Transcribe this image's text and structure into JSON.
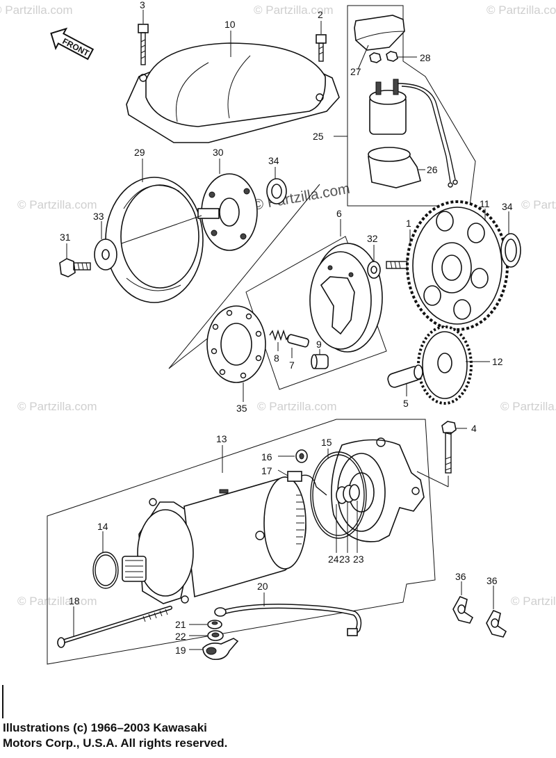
{
  "diagram": {
    "watermark_text": "© Partzilla.com",
    "front_label": "FRONT",
    "callouts": [
      {
        "id": "c1",
        "label": "1"
      },
      {
        "id": "c2",
        "label": "2"
      },
      {
        "id": "c3",
        "label": "3"
      },
      {
        "id": "c4",
        "label": "4"
      },
      {
        "id": "c5",
        "label": "5"
      },
      {
        "id": "c6",
        "label": "6"
      },
      {
        "id": "c7",
        "label": "7"
      },
      {
        "id": "c8",
        "label": "8"
      },
      {
        "id": "c9",
        "label": "9"
      },
      {
        "id": "c10",
        "label": "10"
      },
      {
        "id": "c11",
        "label": "11"
      },
      {
        "id": "c12",
        "label": "12"
      },
      {
        "id": "c13",
        "label": "13"
      },
      {
        "id": "c14",
        "label": "14"
      },
      {
        "id": "c15",
        "label": "15"
      },
      {
        "id": "c16",
        "label": "16"
      },
      {
        "id": "c17",
        "label": "17"
      },
      {
        "id": "c18",
        "label": "18"
      },
      {
        "id": "c19",
        "label": "19"
      },
      {
        "id": "c20",
        "label": "20"
      },
      {
        "id": "c21",
        "label": "21"
      },
      {
        "id": "c22",
        "label": "22"
      },
      {
        "id": "c23a",
        "label": "23"
      },
      {
        "id": "c23b",
        "label": "23"
      },
      {
        "id": "c24",
        "label": "24"
      },
      {
        "id": "c25",
        "label": "25"
      },
      {
        "id": "c26",
        "label": "26"
      },
      {
        "id": "c27",
        "label": "27"
      },
      {
        "id": "c28",
        "label": "28"
      },
      {
        "id": "c29",
        "label": "29"
      },
      {
        "id": "c30",
        "label": "30"
      },
      {
        "id": "c31",
        "label": "31"
      },
      {
        "id": "c32",
        "label": "32"
      },
      {
        "id": "c33",
        "label": "33"
      },
      {
        "id": "c34a",
        "label": "34"
      },
      {
        "id": "c34b",
        "label": "34"
      },
      {
        "id": "c35",
        "label": "35"
      },
      {
        "id": "c36a",
        "label": "36"
      },
      {
        "id": "c36b",
        "label": "36"
      }
    ],
    "copyright": {
      "line1": "Illustrations (c) 1966–2003 Kawasaki",
      "line2": "Motors Corp., U.S.A.  All rights reserved."
    }
  }
}
